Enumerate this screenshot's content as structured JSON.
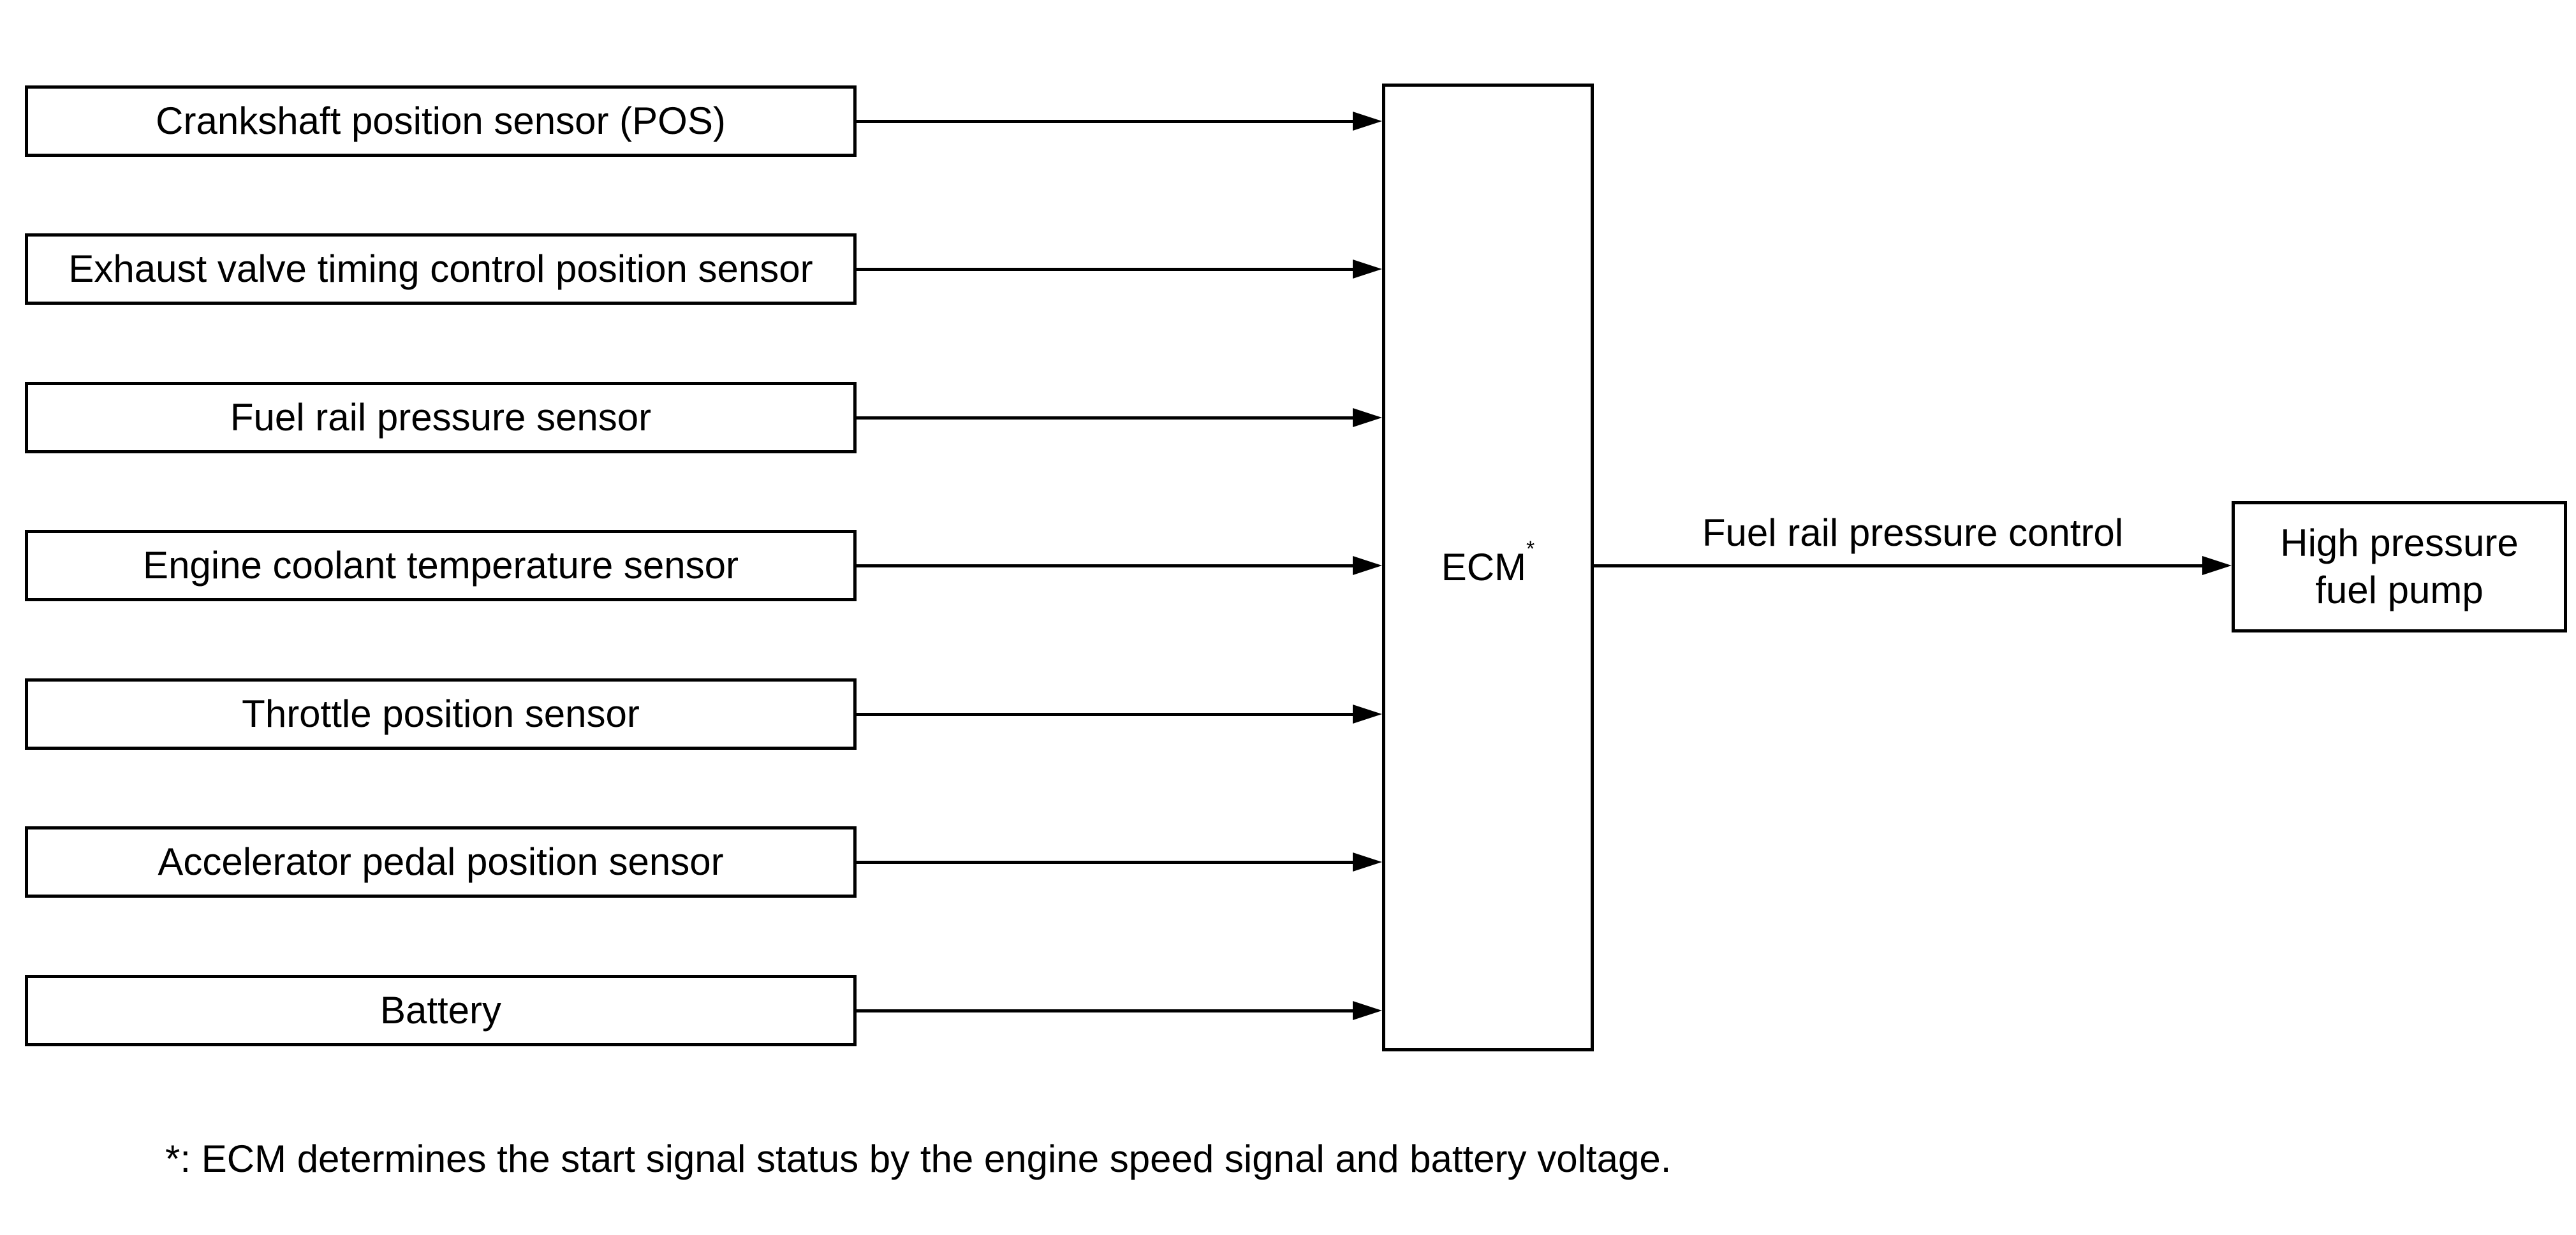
{
  "colors": {
    "background": "#ffffff",
    "line": "#000000",
    "text": "#000000"
  },
  "diagram": {
    "inputs": [
      {
        "label": "Crankshaft position sensor (POS)"
      },
      {
        "label": "Exhaust valve timing control position sensor"
      },
      {
        "label": "Fuel rail pressure sensor"
      },
      {
        "label": "Engine coolant temperature sensor"
      },
      {
        "label": "Throttle position sensor"
      },
      {
        "label": "Accelerator pedal position sensor"
      },
      {
        "label": "Battery"
      }
    ],
    "ecm": {
      "label": "ECM",
      "footnote_marker": "*"
    },
    "output": {
      "arrow_label": "Fuel rail pressure control",
      "target_label": "High pressure\nfuel pump"
    },
    "footnote": "*: ECM determines the start signal status by the engine speed signal and battery voltage."
  }
}
